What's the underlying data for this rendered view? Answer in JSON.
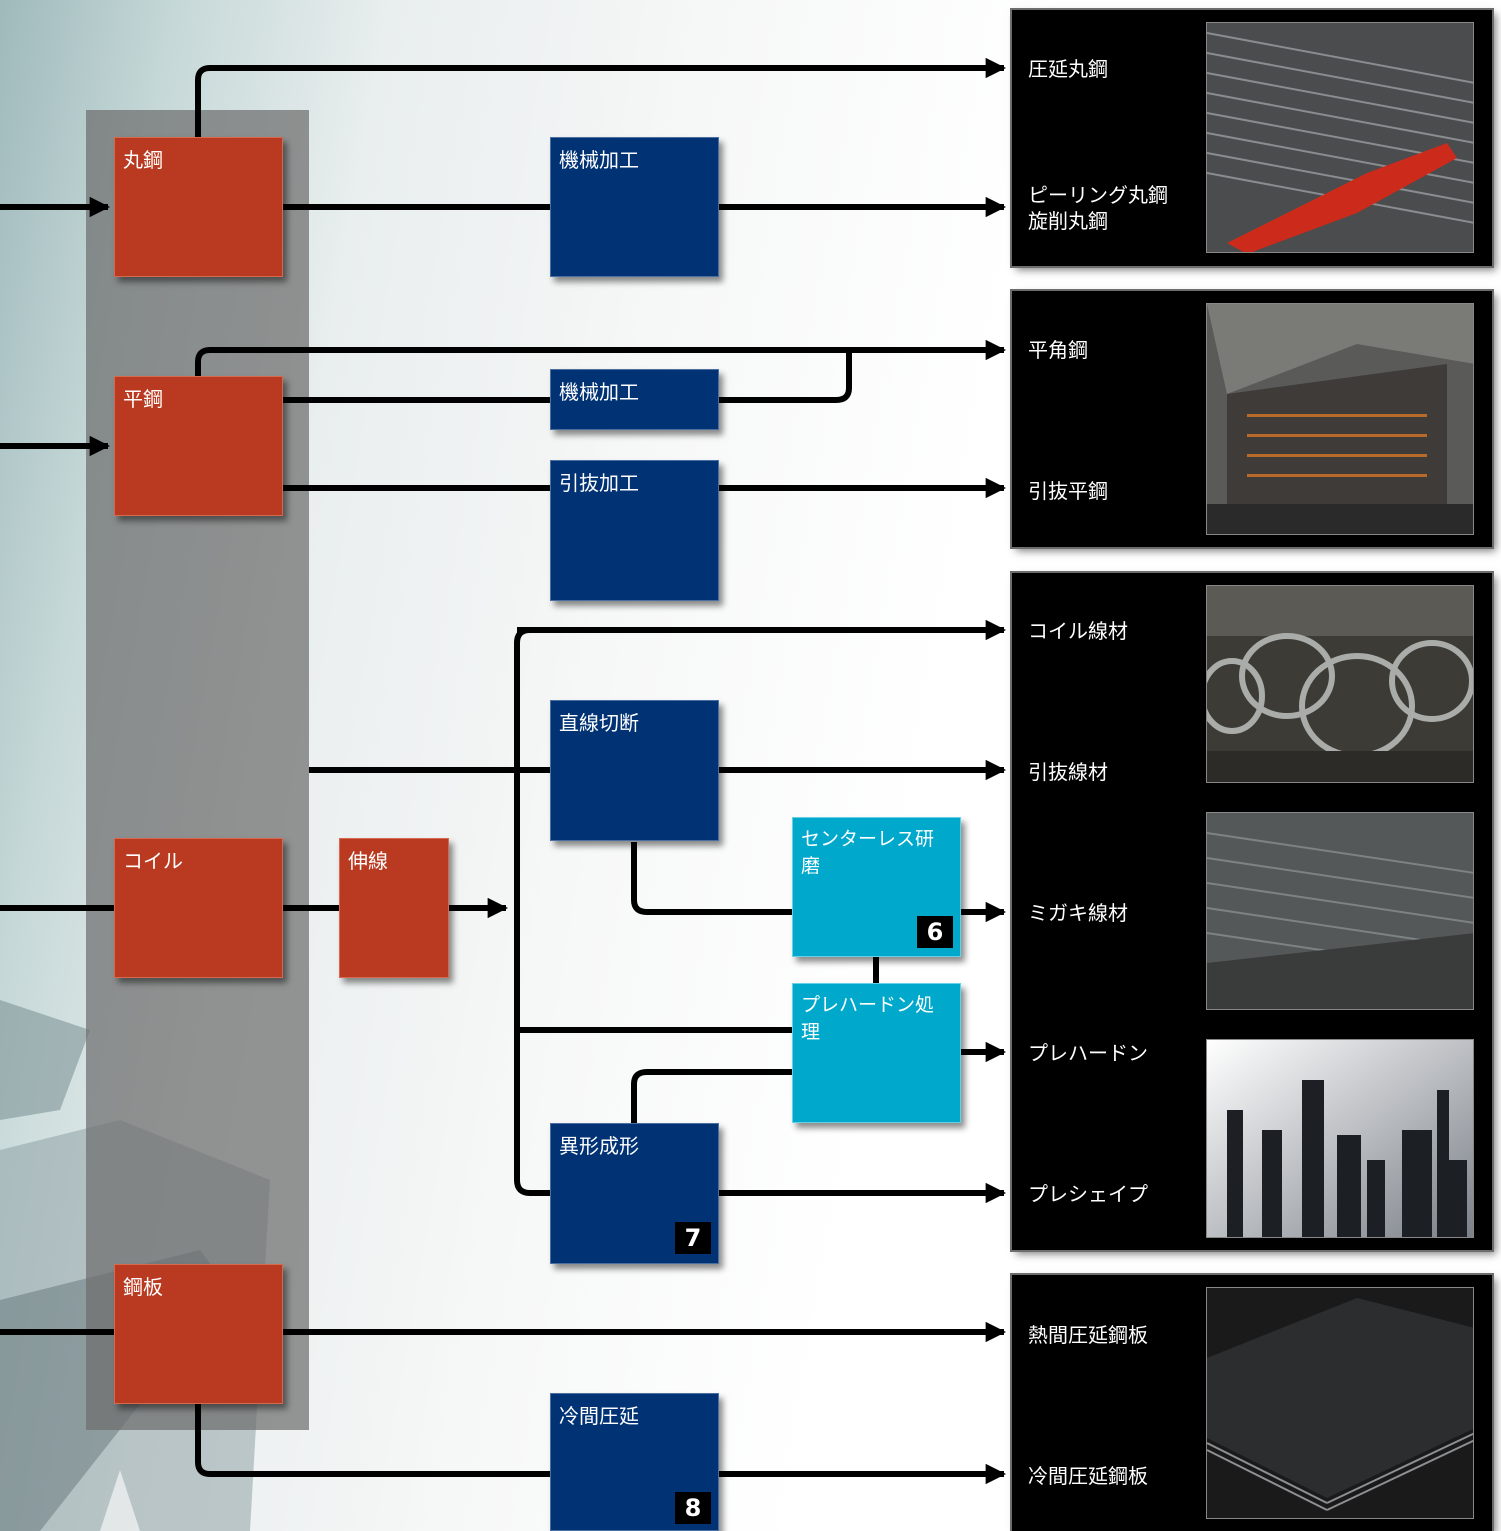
{
  "materials": {
    "round_bar": "丸鋼",
    "flat_bar": "平鋼",
    "coil": "コイル",
    "steel_plate": "鋼板",
    "wire_drawing": "伸線"
  },
  "processes": {
    "machining_1": "機械加工",
    "machining_2": "機械加工",
    "drawing": "引抜加工",
    "straighten_cut": "直線切断",
    "centerless_grinding": "センターレス研磨",
    "prehardening": "プレハードン処理",
    "profile_forming": "異形成形",
    "cold_rolling": "冷間圧延"
  },
  "badges": {
    "centerless": "6",
    "profile": "7",
    "cold_rolling": "8"
  },
  "products": {
    "rolled_round": "圧延丸鋼",
    "peeled_round": "ピーリング丸鋼\n旋削丸鋼",
    "flat_rect": "平角鋼",
    "drawn_flat": "引抜平鋼",
    "coil_wire": "コイル線材",
    "drawn_wire": "引抜線材",
    "polished_wire": "ミガキ線材",
    "prehardened": "プレハードン",
    "preshape": "プレシェイプ",
    "hot_rolled_plate": "熱間圧延鋼板",
    "cold_rolled_plate": "冷間圧延鋼板"
  },
  "colors": {
    "material_red": "#b93a20",
    "process_blue": "#003274",
    "process_cyan": "#00a9cc",
    "panel_black": "#000000",
    "arrow_black": "#000000"
  }
}
